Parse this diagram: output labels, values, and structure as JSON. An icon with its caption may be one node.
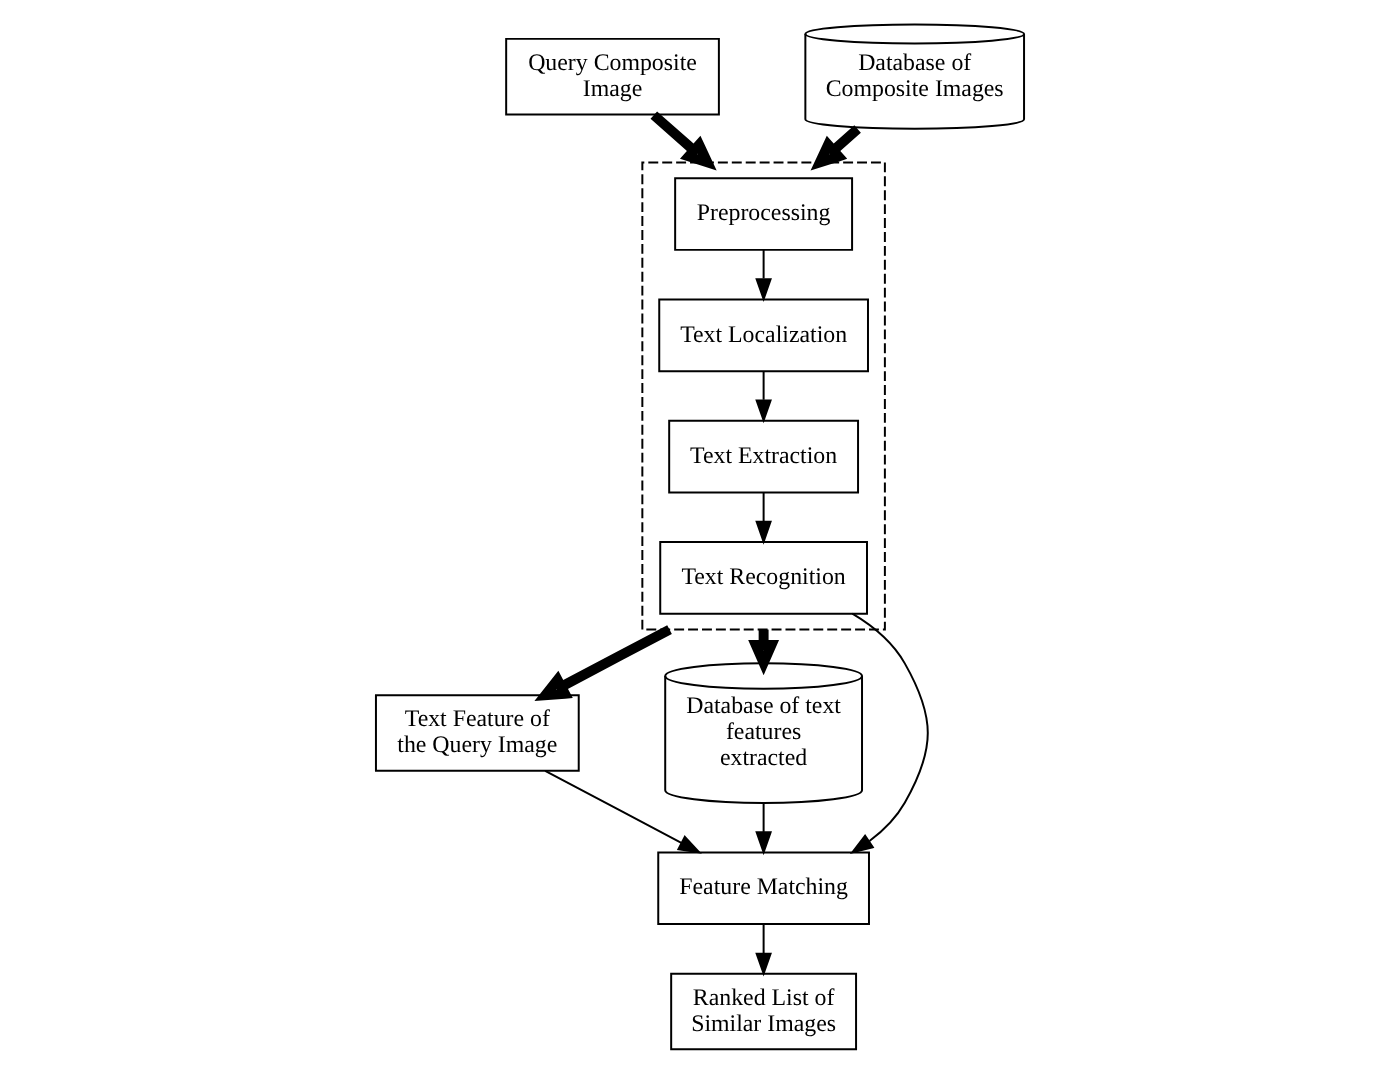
{
  "diagram": {
    "nodes": [
      {
        "text": [],
        "shape": "box"
      },
      {
        "text": [
          "Preprocessing"
        ],
        "in": 0
      },
      {
        "text": [
          "Text Localization"
        ],
        "in": 0
      },
      {
        "text": [
          "Text Extraction"
        ],
        "in": 0
      },
      {
        "text": [
          "Text Recognition"
        ],
        "in": 0
      },
      {
        "text": [
          "Query Composite Image"
        ]
      },
      {
        "text": [
          "Database of Composite Images"
        ]
      },
      {
        "text": [
          "Text Feature of the Query Image"
        ]
      },
      {
        "text": [
          "Database of text features extracted"
        ]
      },
      {
        "text": [
          "Feature Matching"
        ]
      },
      {
        "text": [
          "Ranked List of Similar Images"
        ]
      }
    ],
    "edges": [
      {
        "from": 1,
        "to": 2,
        "arrow": "to"
      },
      {
        "from": 2,
        "to": 3,
        "arrow": "to"
      },
      {
        "from": 3,
        "to": 4,
        "arrow": "to"
      },
      {
        "from": 5,
        "to": 0,
        "arrow": "to",
        "style": "thick"
      },
      {
        "from": 6,
        "to": 0,
        "arrow": "to",
        "style": "thick"
      },
      {
        "from": 0,
        "to": 7,
        "arrow": "to",
        "style": "thick"
      },
      {
        "from": 0,
        "to": 8,
        "arrow": "to",
        "style": "thick"
      },
      {
        "from": 4,
        "to": 9,
        "arrow": "to"
      },
      {
        "from": 7,
        "to": 9,
        "arrow": "to"
      },
      {
        "from": 8,
        "to": 9,
        "arrow": "to"
      },
      {
        "from": 9,
        "to": 10,
        "arrow": "to"
      }
    ]
  }
}
